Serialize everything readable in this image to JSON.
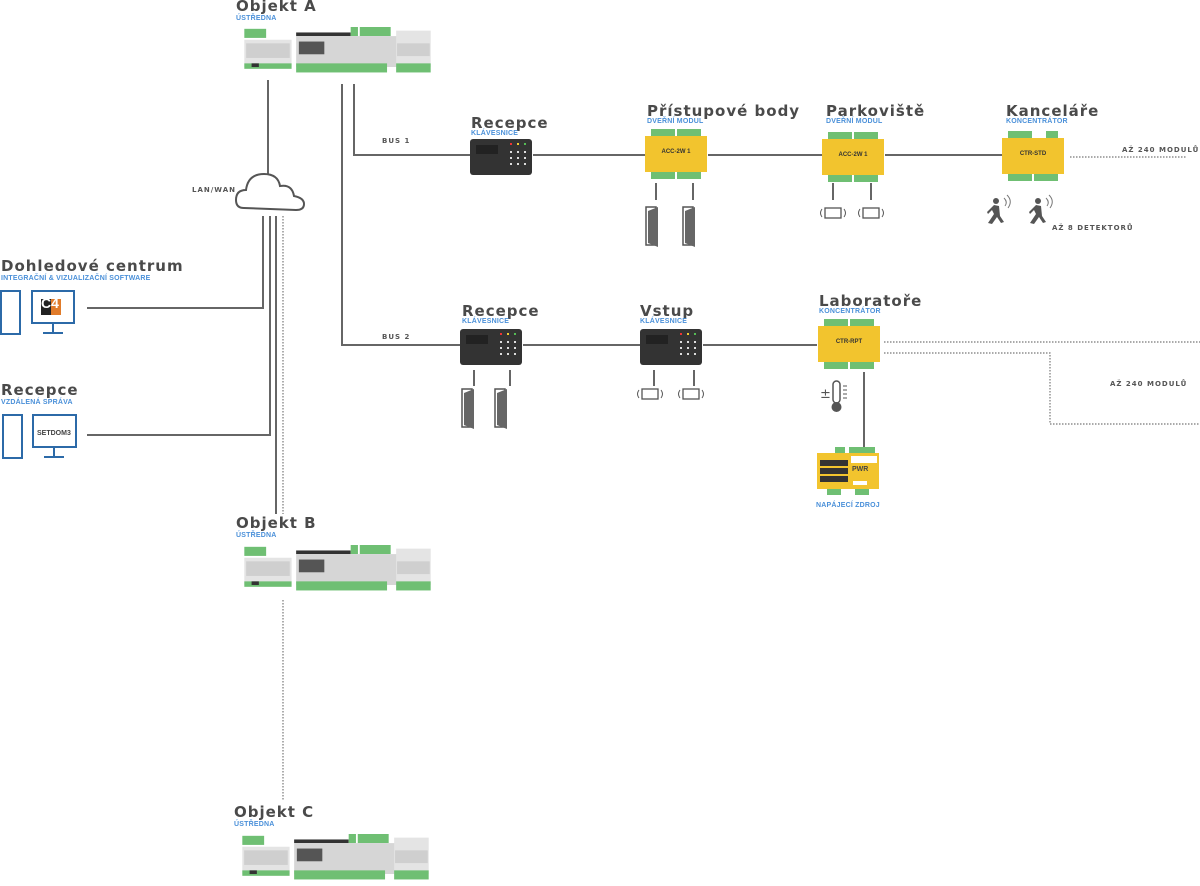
{
  "diagram": {
    "objects": [
      {
        "id": "A",
        "title": "Objekt A",
        "subtitle": "ÚSTŘEDNA"
      },
      {
        "id": "B",
        "title": "Objekt B",
        "subtitle": "ÚSTŘEDNA"
      },
      {
        "id": "C",
        "title": "Objekt C",
        "subtitle": "ÚSTŘEDNA"
      }
    ],
    "network": {
      "label": "LAN/WAN",
      "icon": "cloud-icon"
    },
    "clients": [
      {
        "title": "Dohledové centrum",
        "subtitle": "INTEGRAČNÍ & VIZUALIZAČNÍ SOFTWARE",
        "screen_text": "C4"
      },
      {
        "title": "Recepce",
        "subtitle": "VZDÁLENÁ SPRÁVA",
        "screen_text": "SETDOM3"
      }
    ],
    "bus1": {
      "label": "BUS 1",
      "nodes": [
        {
          "title": "Recepce",
          "subtitle": "KLÁVESNICE",
          "device": "keypad"
        },
        {
          "title": "Přístupové body",
          "subtitle": "DVEŘNÍ MODUL",
          "device": "ACC-2W 1",
          "peripherals": "doors"
        },
        {
          "title": "Parkoviště",
          "subtitle": "DVEŘNÍ MODUL",
          "device": "ACC-2W 1",
          "peripherals": "readers"
        },
        {
          "title": "Kanceláře",
          "subtitle": "KONCENTRÁTOR",
          "device": "CTR-STD",
          "peripherals": "detectors"
        }
      ],
      "extension_label": "AŽ 240 MODULŮ",
      "detectors_label": "AŽ 8 DETEKTORŮ"
    },
    "bus2": {
      "label": "BUS 2",
      "nodes": [
        {
          "title": "Recepce",
          "subtitle": "KLÁVESNICE",
          "device": "keypad",
          "peripherals": "doors"
        },
        {
          "title": "Vstup",
          "subtitle": "KLÁVESNICE",
          "device": "keypad",
          "peripherals": "readers"
        },
        {
          "title": "Laboratoře",
          "subtitle": "KONCENTRÁTOR",
          "device": "CTR-RPT",
          "peripherals": "thermometer"
        }
      ],
      "extension_label": "AŽ 240 MODULŮ",
      "power_supply": {
        "device": "PWR",
        "label": "NAPÁJECÍ ZDROJ"
      }
    }
  },
  "colors": {
    "title": "#4a4a4a",
    "subtitle": "#4a90d9",
    "wire": "#666666",
    "module": "#f2c42e",
    "terminal": "#6fbf73",
    "monitor": "#2c6aa8"
  }
}
